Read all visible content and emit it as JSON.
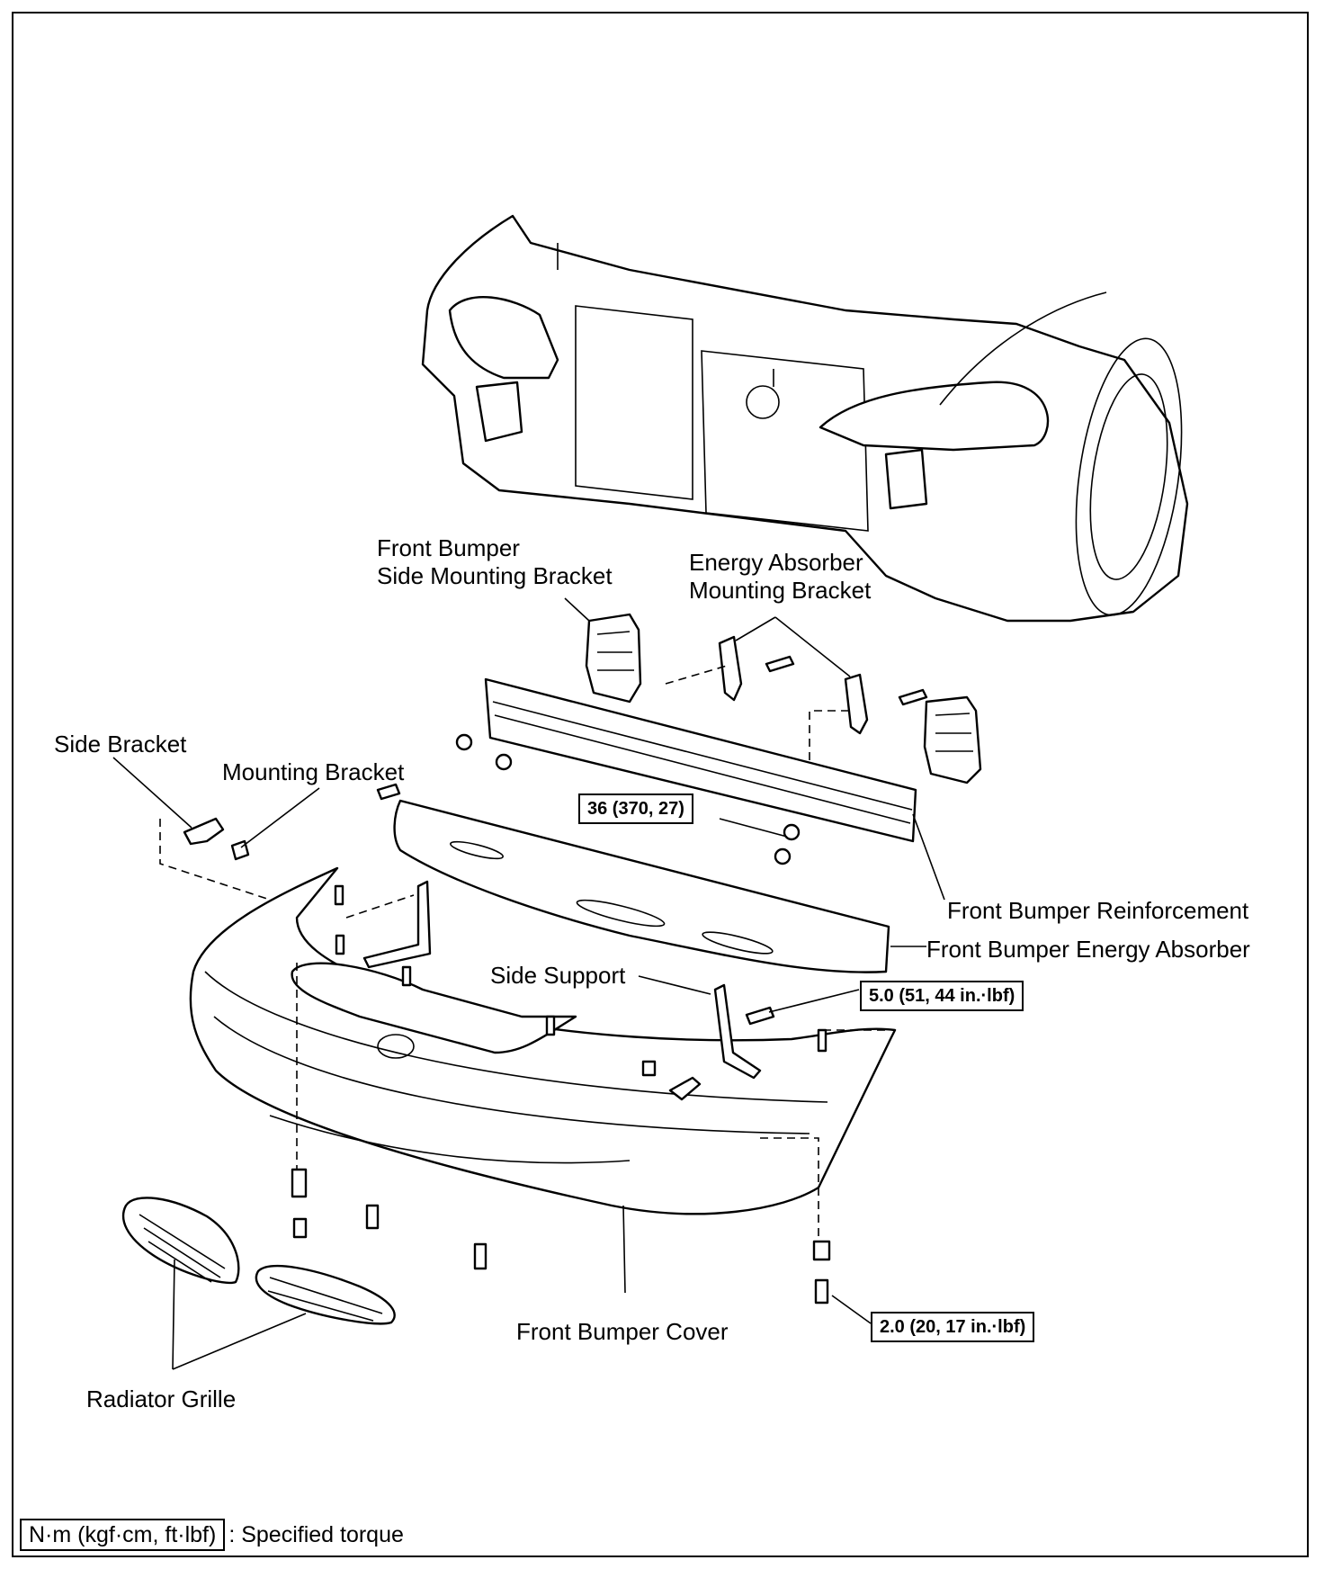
{
  "labels": {
    "front_bumper_side_mounting_bracket_l1": "Front Bumper",
    "front_bumper_side_mounting_bracket_l2": "Side Mounting Bracket",
    "energy_absorber_mounting_bracket_l1": "Energy Absorber",
    "energy_absorber_mounting_bracket_l2": "Mounting Bracket",
    "side_bracket": "Side Bracket",
    "mounting_bracket": "Mounting Bracket",
    "front_bumper_reinforcement": "Front Bumper Reinforcement",
    "front_bumper_energy_absorber": "Front Bumper Energy Absorber",
    "side_support": "Side Support",
    "front_bumper_cover": "Front Bumper Cover",
    "radiator_grille": "Radiator Grille"
  },
  "torques": {
    "reinforcement_nuts": "36 (370, 27)",
    "side_support_bolt": "5.0 (51, 44 in.·lbf)",
    "cover_clip": "2.0 (20, 17 in.·lbf)"
  },
  "legend": {
    "unit": "N·m (kgf·cm, ft·lbf)",
    "text": ": Specified torque"
  }
}
